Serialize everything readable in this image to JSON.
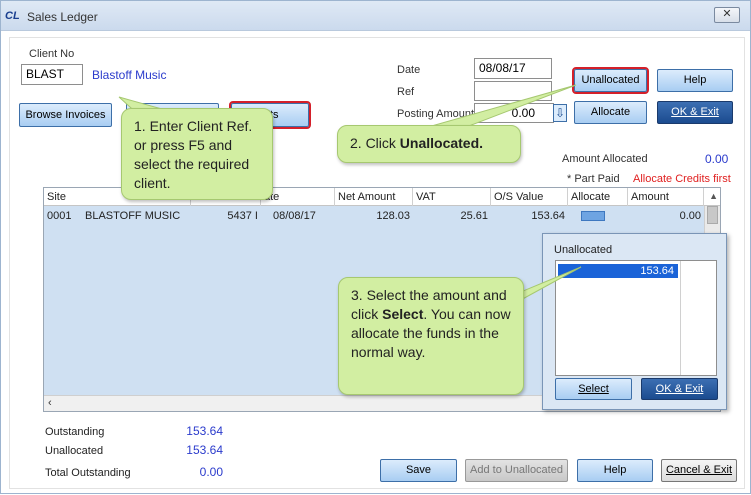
{
  "window": {
    "logo": "CL",
    "title": "Sales Ledger",
    "close_symbol": "✕"
  },
  "client": {
    "label": "Client No",
    "value": "BLAST",
    "name": "Blastoff Music"
  },
  "buttons": {
    "browse_invoices": "Browse Invoices",
    "credits": "dits",
    "unallocated": "Unallocated",
    "help_top": "Help",
    "allocate": "Allocate",
    "ok_exit_top": "OK & Exit",
    "save": "Save",
    "add_to_unallocated": "Add to Unallocated",
    "help_bottom": "Help",
    "cancel_exit": "Cancel & Exit"
  },
  "form": {
    "date_label": "Date",
    "date_value": "08/08/17",
    "ref_label": "Ref",
    "ref_value": "",
    "posting_label": "Posting Amount",
    "posting_value": "0.00"
  },
  "allocation": {
    "amount_allocated_label": "Amount Allocated",
    "amount_allocated_value": "0.00",
    "part_paid": "* Part Paid",
    "allocate_credits_first": "Allocate Credits first"
  },
  "grid": {
    "columns": [
      "Site",
      "ate",
      "Net Amount",
      "VAT",
      "O/S Value",
      "Allocate",
      "Amount"
    ],
    "rows": [
      {
        "site": "0001",
        "client": "BLASTOFF MUSIC",
        "ref": "5437 I",
        "date": "08/08/17",
        "net": "128.03",
        "vat": "25.61",
        "os": "153.64",
        "amount": "0.00"
      }
    ]
  },
  "popup": {
    "title": "Unallocated",
    "value": "153.64",
    "select": "Select",
    "ok_exit": "OK & Exit"
  },
  "callouts": {
    "c1": "1. Enter Client Ref. or press F5 and select the required client.",
    "c2_pre": "2. Click ",
    "c2_bold": "Unallocated.",
    "c3_pre": "3. Select the amount and click ",
    "c3_bold": "Select",
    "c3_post": ". You can now allocate the funds in the normal way."
  },
  "summary": {
    "outstanding_label": "Outstanding",
    "outstanding_value": "153.64",
    "unallocated_label": "Unallocated",
    "unallocated_value": "153.64",
    "total_label": "Total Outstanding",
    "total_value": "0.00"
  },
  "colors": {
    "accent": "#2b3bcc",
    "callout": "#d2eea2",
    "alert": "#e02020"
  }
}
